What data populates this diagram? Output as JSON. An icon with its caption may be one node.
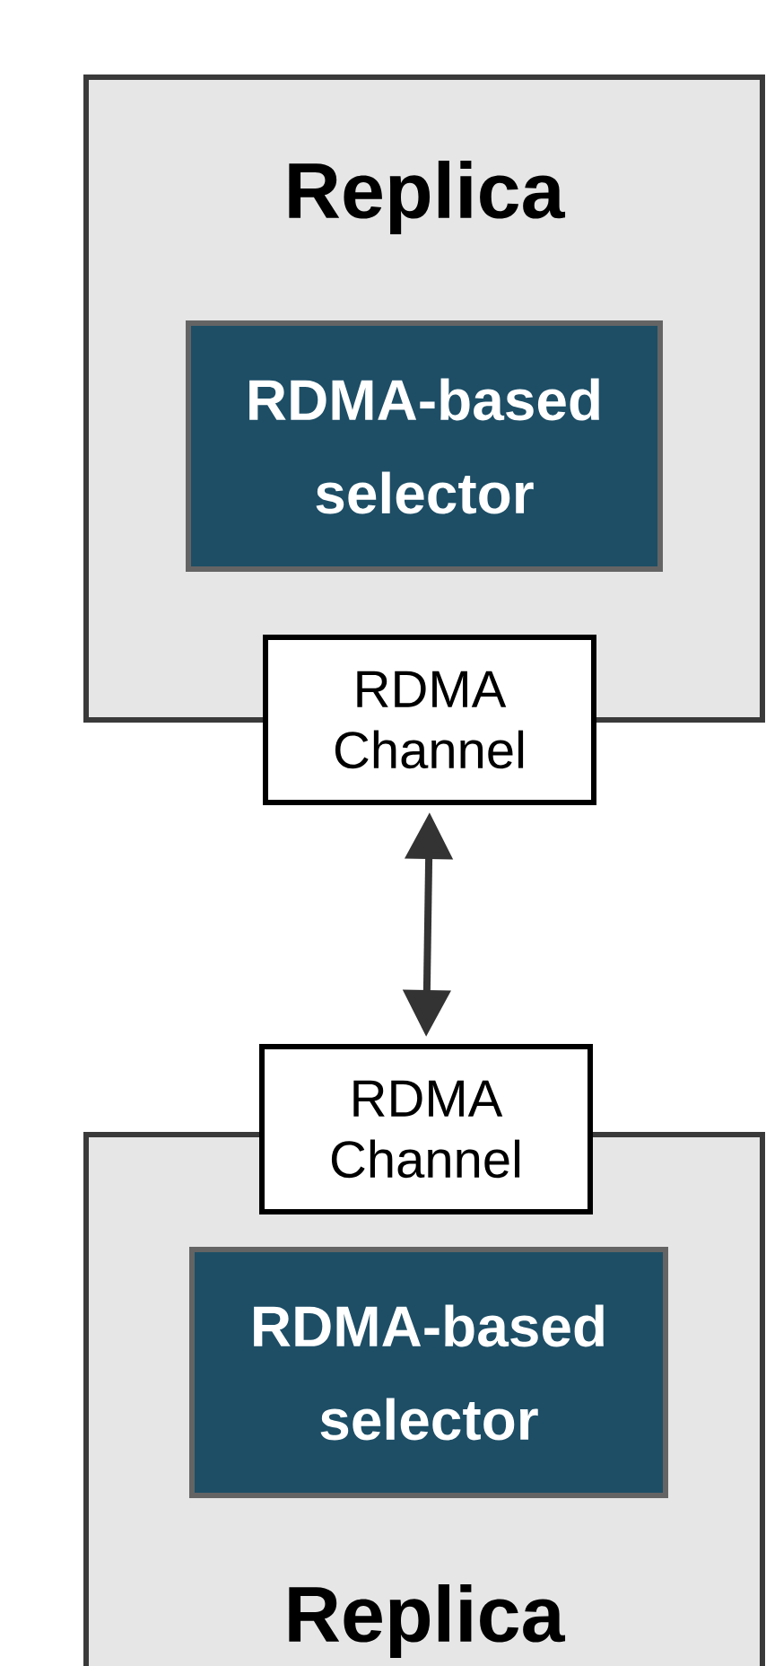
{
  "diagram": {
    "nodes": [
      {
        "text": [
          "Replica"
        ]
      },
      {
        "text": [
          "RDMA-based selector"
        ],
        "in": 0
      },
      {
        "text": [
          "RDMA Channel"
        ]
      },
      {
        "text": [
          "RDMA Channel"
        ]
      },
      {
        "text": [
          "Replica"
        ]
      },
      {
        "text": [
          "RDMA-based selector"
        ],
        "in": 4
      }
    ],
    "edges": [
      {
        "from": 2,
        "to": 3,
        "arrow": "both"
      }
    ]
  }
}
